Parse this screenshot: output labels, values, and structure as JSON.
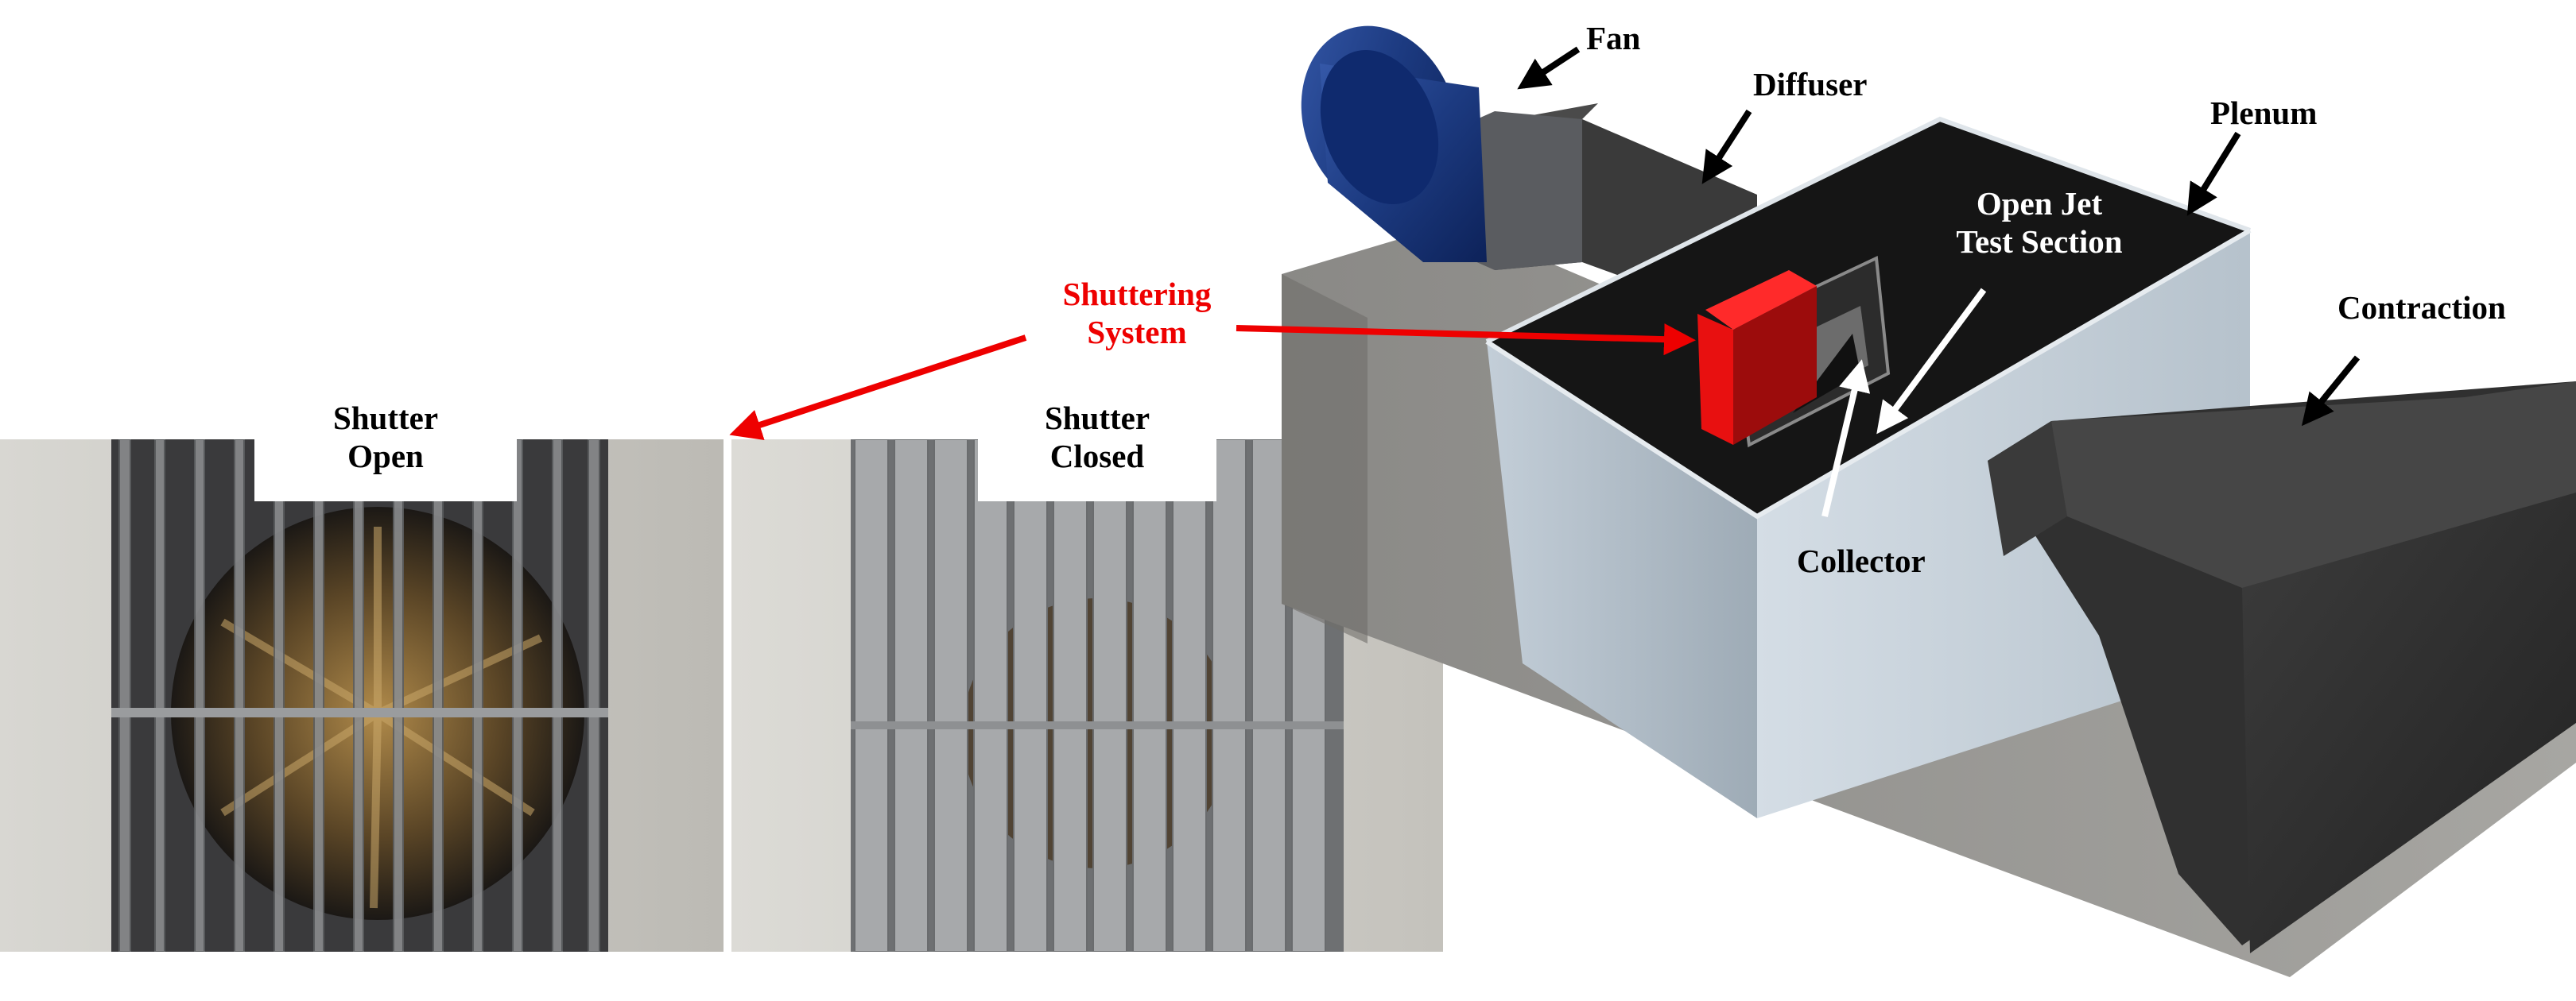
{
  "labels": {
    "fan": "Fan",
    "diffuser": "Diffuser",
    "plenum": "Plenum",
    "open_jet_line1": "Open Jet",
    "open_jet_line2": "Test Section",
    "contraction": "Contraction",
    "collector": "Collector",
    "shuttering_line1": "Shuttering",
    "shuttering_line2": "System",
    "shutter_open_line1": "Shutter",
    "shutter_open_line2": "Open",
    "shutter_closed_line1": "Shutter",
    "shutter_closed_line2": "Closed"
  },
  "colors": {
    "arrow_black": "#000000",
    "arrow_red": "#ee0000",
    "arrow_white": "#ffffff",
    "fan_blue": "#1f3f8a",
    "foam_gray": "#2e2e2e",
    "plenum_side": "#c9d4dc",
    "floor": "#8f8e8a",
    "shutter_red": "#e81010"
  }
}
